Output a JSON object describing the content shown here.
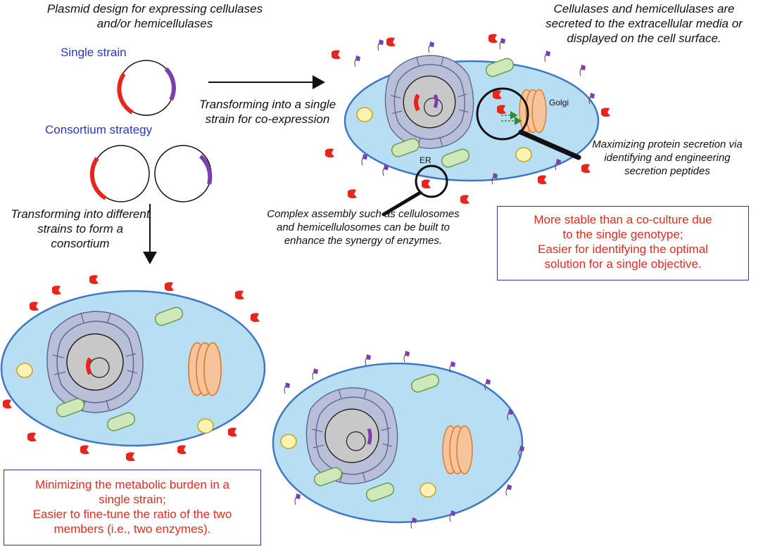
{
  "headings": {
    "plasmid_design": "Plasmid design for expressing cellulases and/or hemicellulases",
    "single_strain": "Single strain",
    "consortium_strategy": "Consortium strategy"
  },
  "annotations": {
    "transform_single": "Transforming into a single strain for co-expression",
    "transform_different": "Transforming into different strains to form a consortium",
    "secreted": "Cellulases and hemicellulases are secreted to the extracellular media or displayed on the cell surface.",
    "max_secretion": "Maximizing protein secretion via identifying and engineering secretion peptides",
    "complex_assembly": "Complex assembly such as cellulosomes and hemicellulosomes can be built to enhance the synergy of enzymes."
  },
  "organelle_labels": {
    "er": "ER",
    "golgi": "Golgi"
  },
  "boxes": {
    "single_box": [
      "More stable than a co-culture due",
      "to the single genotype;",
      "Easier for identifying the optimal",
      "solution for a single objective."
    ],
    "consortium_box": [
      "Minimizing the metabolic burden in a",
      "single strain;",
      "Easier to fine-tune the ratio of the two",
      "members (i.e., two enzymes)."
    ]
  },
  "colors": {
    "gene_red": "#e8251c",
    "gene_purple": "#7a3fb0",
    "cell_fill": "#b7def2",
    "cell_stroke": "#3f78c4",
    "box_border": "#2b3a9a",
    "box_text": "#e32b1e",
    "heading_blue": "#2a35d0"
  }
}
